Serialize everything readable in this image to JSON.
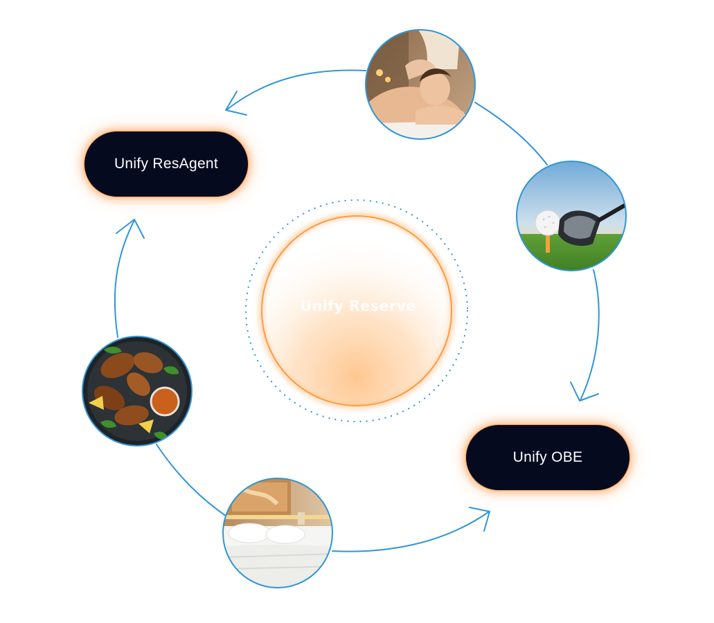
{
  "hub": {
    "label": "Unify Reserve"
  },
  "products": [
    {
      "id": "resagent",
      "label": "Unify ResAgent"
    },
    {
      "id": "obe",
      "label": "Unify OBE"
    }
  ],
  "services": [
    {
      "id": "spa",
      "icon": "spa-massage-photo-icon"
    },
    {
      "id": "golf",
      "icon": "golf-ball-photo-icon"
    },
    {
      "id": "dining",
      "icon": "chicken-wings-photo-icon"
    },
    {
      "id": "rooms",
      "icon": "hotel-bed-photo-icon"
    }
  ],
  "colors": {
    "arrow": "#2f95d6",
    "pill_bg": "#060a1f",
    "glow": "#ff9a3c"
  }
}
